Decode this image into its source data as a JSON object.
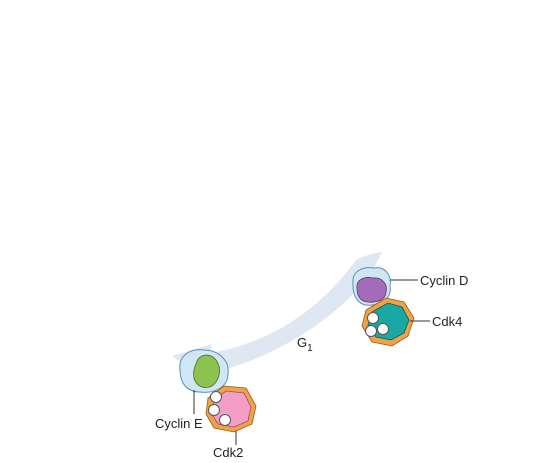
{
  "diagram": {
    "phase_label": "G",
    "phase_subscript": "1",
    "labels": {
      "cyclin_d": "Cyclin D",
      "cdk4": "Cdk4",
      "cyclin_e": "Cyclin E",
      "cdk2": "Cdk2"
    },
    "colors": {
      "arrow": "#dfe7f2",
      "cyclin_outer": "#cfe6f5",
      "cyclin_outline": "#5a8fb8",
      "cyclin_d_core": "#a46cb8",
      "cyclin_e_core": "#8dc150",
      "cdk_outer": "#f0a24a",
      "cdk4_core": "#1aa8a3",
      "cdk2_core": "#f29ec6",
      "phosphate": "#ffffff",
      "leader_line": "#333333"
    }
  }
}
